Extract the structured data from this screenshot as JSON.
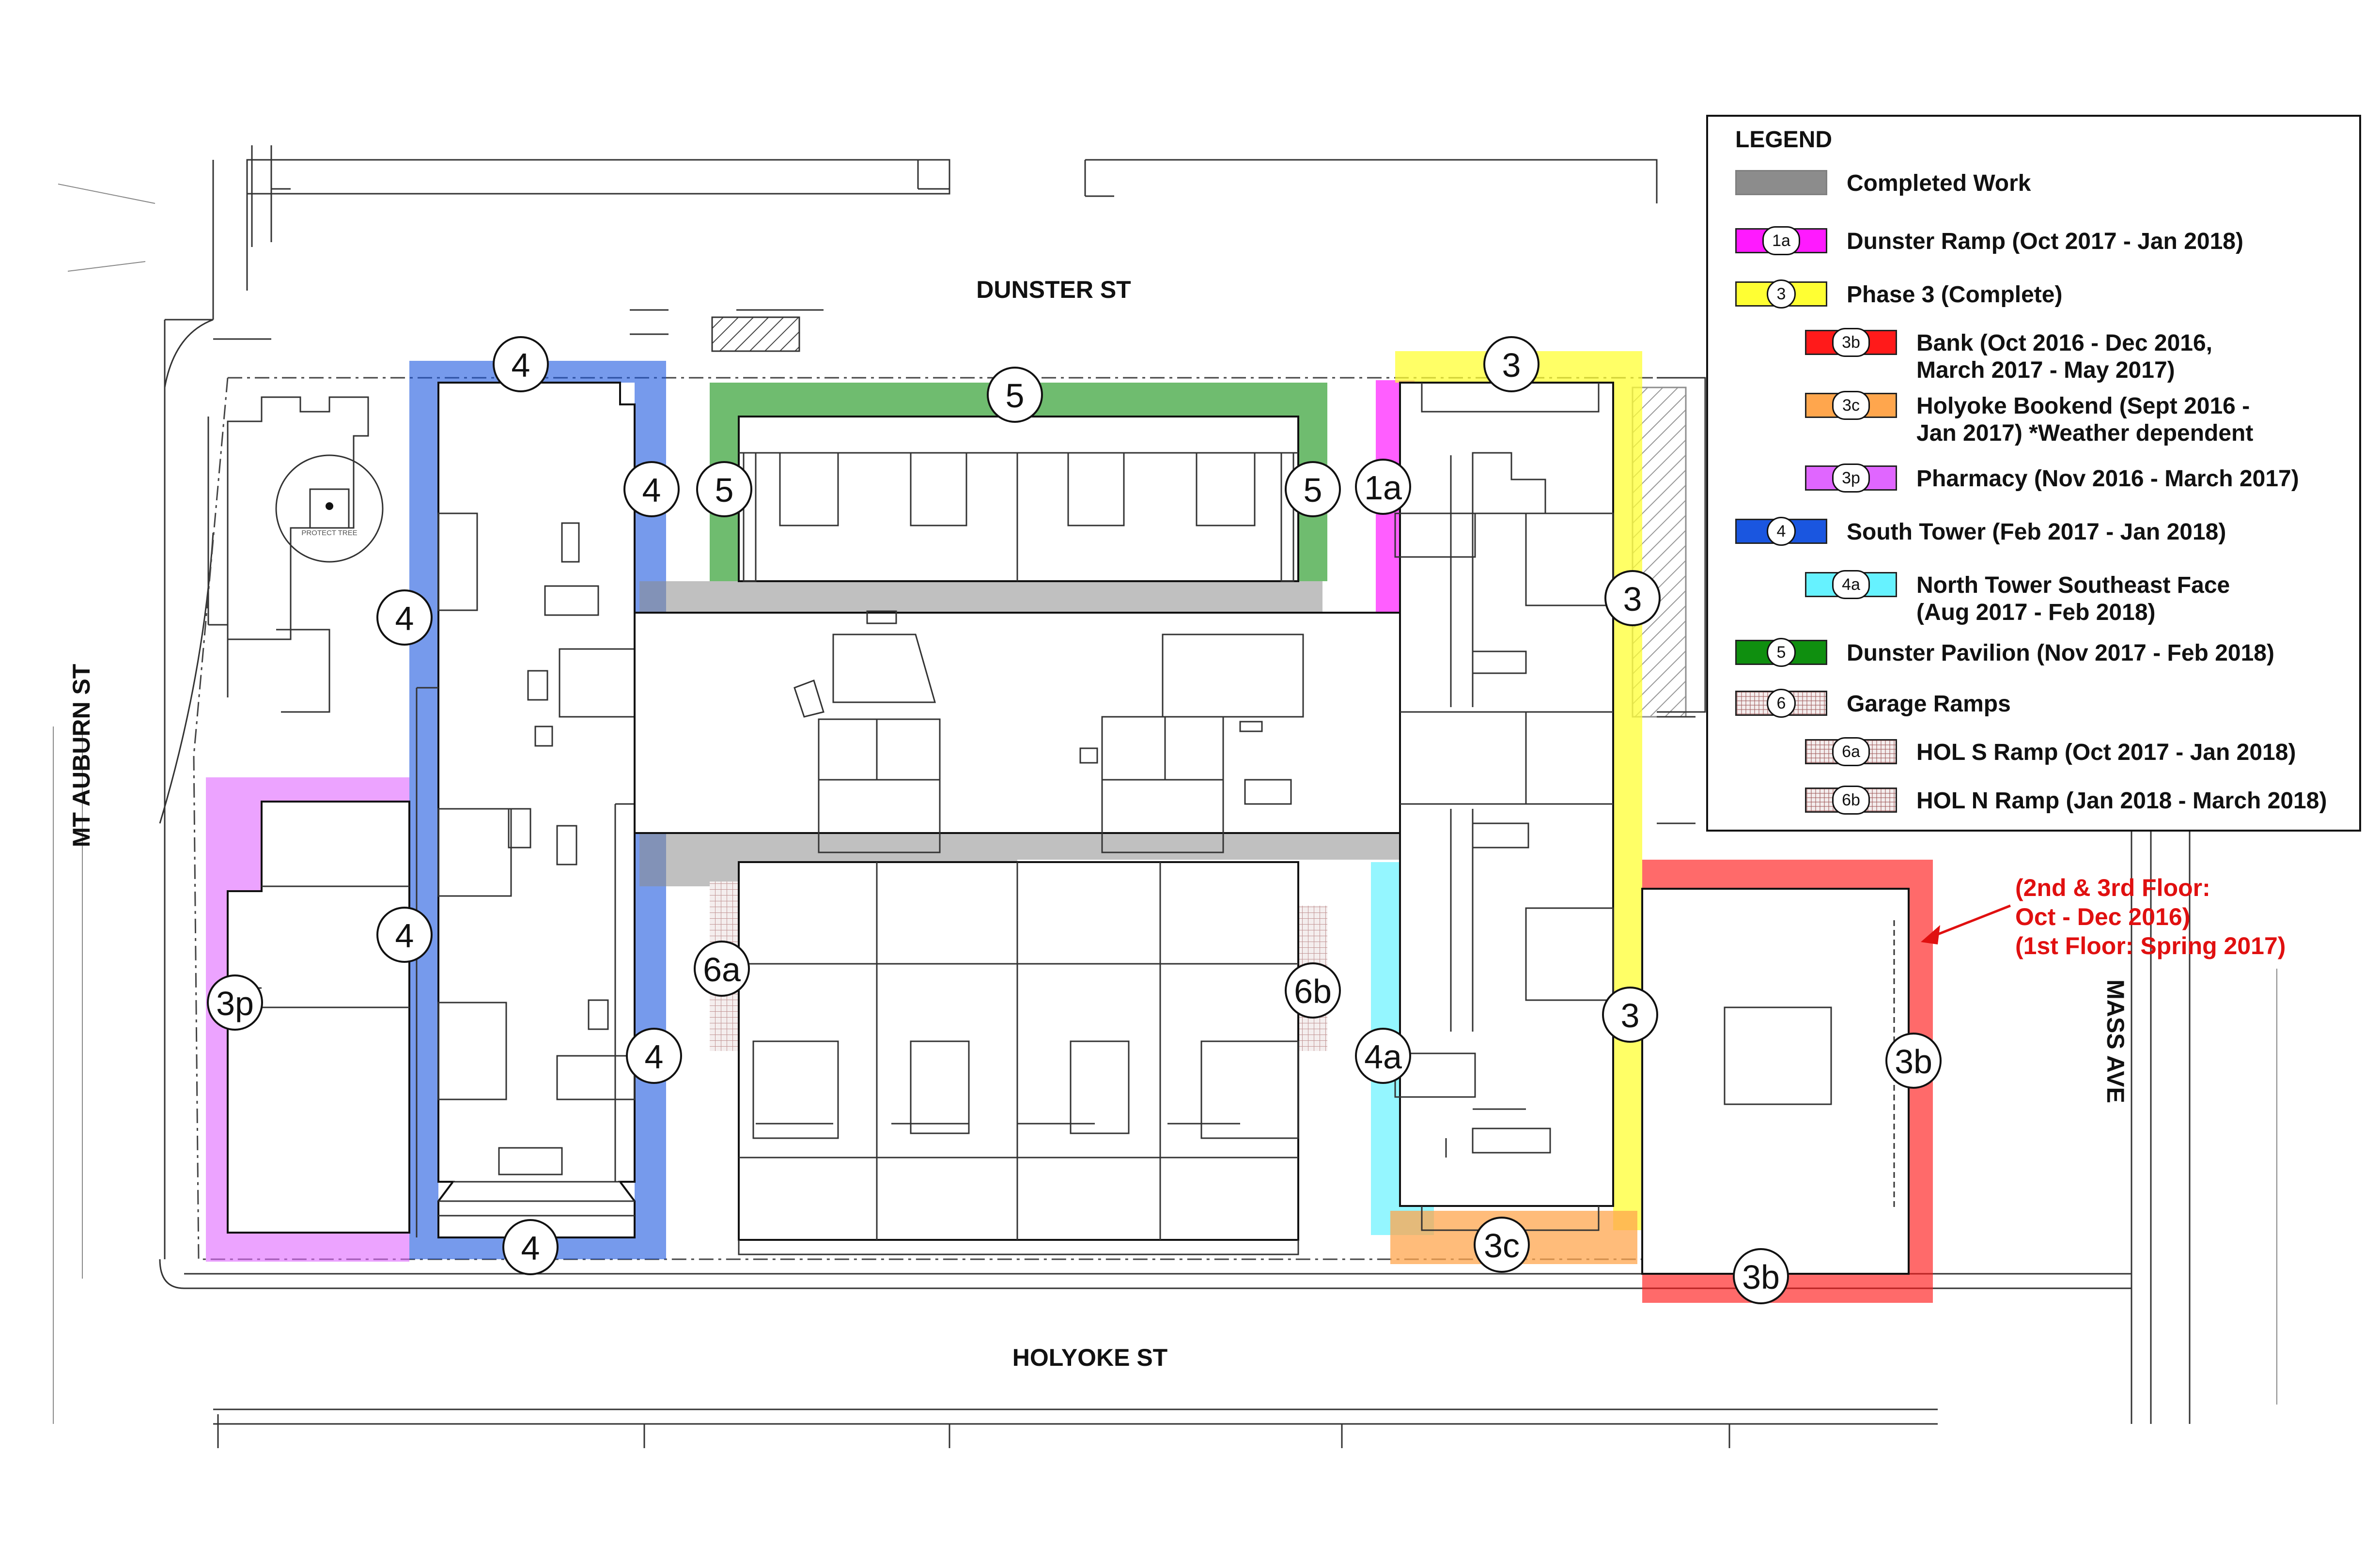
{
  "streets": {
    "dunster": "DUNSTER ST",
    "holyoke": "HOLYOKE ST",
    "mt_auburn": "MT AUBURN ST",
    "mass_ave": "MASS AVE"
  },
  "site_notes": {
    "protect_tree": "PROTECT TREE",
    "bank_schedule_note": [
      "(2nd & 3rd Floor:",
      "Oct - Dec 2016)",
      "(1st Floor: Spring 2017)"
    ]
  },
  "zone_labels": {
    "z4_top": "4",
    "z4_left_upper": "4",
    "z4_left_lower": "4",
    "z4_right_upper": "4",
    "z4_right_lower": "4",
    "z4_bottom": "4",
    "z5_top": "5",
    "z5_left": "5",
    "z5_right": "5",
    "z1a": "1a",
    "z3_top": "3",
    "z3_right_upper": "3",
    "z3_right_lower": "3",
    "z3p": "3p",
    "z6a": "6a",
    "z6b": "6b",
    "z4a": "4a",
    "z3c": "3c",
    "z3b_right": "3b",
    "z3b_bottom": "3b"
  },
  "colors": {
    "completed_work": "#8c8c8c",
    "dunster_ramp": "#ff1aff",
    "phase3": "#ffff33",
    "bank": "#ff1a1a",
    "holyoke_bookend": "#ffa64d",
    "pharmacy": "#e066ff",
    "south_tower": "#1a56e0",
    "north_tower_se_face": "#66f2ff",
    "dunster_pavilion": "#0f8f0f",
    "bank_note": "#e01010"
  },
  "legend": {
    "title": "LEGEND",
    "items": [
      {
        "badge": "",
        "label": "Completed Work",
        "color": "#8c8c8c",
        "style": "plain"
      },
      {
        "badge": "1a",
        "label": "Dunster Ramp (Oct 2017 - Jan 2018)",
        "color": "#ff1aff",
        "style": "solid"
      },
      {
        "badge": "3",
        "label": "Phase 3 (Complete)",
        "color": "#ffff33",
        "style": "solid"
      },
      {
        "badge": "3b",
        "label": "Bank (Oct 2016 - Dec 2016,\nMarch 2017 - May 2017)",
        "color": "#ff1a1a",
        "style": "solid",
        "indent": true
      },
      {
        "badge": "3c",
        "label": "Holyoke Bookend (Sept 2016 -\nJan 2017)  *Weather dependent",
        "color": "#ffa64d",
        "style": "solid",
        "indent": true
      },
      {
        "badge": "3p",
        "label": "Pharmacy (Nov 2016 - March 2017)",
        "color": "#e066ff",
        "style": "solid",
        "indent": true
      },
      {
        "badge": "4",
        "label": "South Tower (Feb 2017 - Jan 2018)",
        "color": "#1a56e0",
        "style": "solid"
      },
      {
        "badge": "4a",
        "label": "North Tower Southeast Face\n(Aug 2017 - Feb 2018)",
        "color": "#66f2ff",
        "style": "solid",
        "indent": true
      },
      {
        "badge": "5",
        "label": "Dunster Pavilion (Nov 2017 - Feb 2018)",
        "color": "#0f8f0f",
        "style": "solid"
      },
      {
        "badge": "6",
        "label": "Garage Ramps",
        "color": "",
        "style": "hatch"
      },
      {
        "badge": "6a",
        "label": "HOL S Ramp (Oct 2017 - Jan 2018)",
        "color": "",
        "style": "hatch",
        "indent": true
      },
      {
        "badge": "6b",
        "label": "HOL N Ramp (Jan 2018 - March 2018)",
        "color": "",
        "style": "hatch",
        "indent": true
      }
    ]
  }
}
